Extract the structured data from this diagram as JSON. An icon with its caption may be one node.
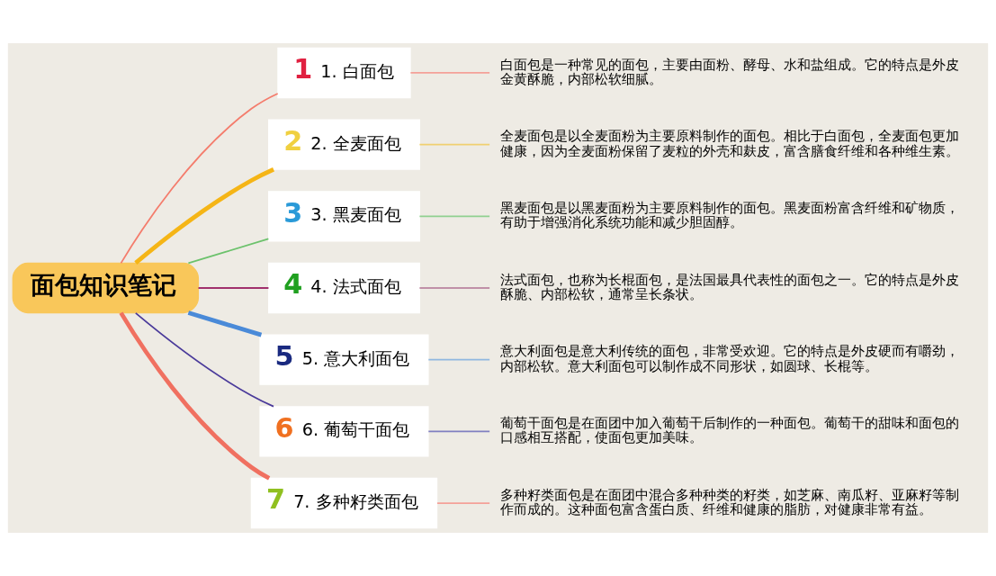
{
  "diagram": {
    "nodes": [
      {
        "text": [
          "面包知识笔记"
        ]
      },
      {
        "text": [
          "1",
          "1. 白面包"
        ]
      },
      {
        "text": [
          "白面包是一种常见的面包，主要由面粉、酵母、水和盐组成。它的特点是外皮金黄酥脆，内部松软细腻。"
        ]
      },
      {
        "text": [
          "2",
          "2. 全麦面包"
        ]
      },
      {
        "text": [
          "全麦面包是以全麦面粉为主要原料制作的面包。相比于白面包，全麦面包更加健康，因为全麦面粉保留了麦粒的外壳和麸皮，富含膳食纤维和各种维生素。"
        ]
      },
      {
        "text": [
          "3",
          "3. 黑麦面包"
        ]
      },
      {
        "text": [
          "黑麦面包是以黑麦面粉为主要原料制作的面包。黑麦面粉富含纤维和矿物质，有助于增强消化系统功能和减少胆固醇。"
        ]
      },
      {
        "text": [
          "4",
          "4. 法式面包"
        ]
      },
      {
        "text": [
          "法式面包，也称为长棍面包，是法国最具代表性的面包之一。它的特点是外皮酥脆、内部松软，通常呈长条状。"
        ]
      },
      {
        "text": [
          "5",
          "5. 意大利面包"
        ]
      },
      {
        "text": [
          "意大利面包是意大利传统的面包，非常受欢迎。它的特点是外皮硬而有嚼劲，内部松软。意大利面包可以制作成不同形状，如圆球、长棍等。"
        ]
      },
      {
        "text": [
          "6",
          "6. 葡萄干面包"
        ]
      },
      {
        "text": [
          "葡萄干面包是在面团中加入葡萄干后制作的一种面包。葡萄干的甜味和面包的口感相互搭配，使面包更加美味。"
        ]
      },
      {
        "text": [
          "7",
          "7. 多种籽类面包"
        ]
      },
      {
        "text": [
          "多种籽类面包是在面团中混合多种种类的籽类，如芝麻、南瓜籽、亚麻籽等制作而成的。这种面包富含蛋白质、纤维和健康的脂肪，对健康非常有益。"
        ]
      }
    ],
    "edges": [
      {
        "from": 0,
        "to": 1,
        "arrow": "none",
        "color": "#f47c6c"
      },
      {
        "from": 1,
        "to": 2,
        "arrow": "none",
        "color": "#f4a098"
      },
      {
        "from": 0,
        "to": 3,
        "arrow": "none",
        "style": "thick",
        "color": "#f5b516"
      },
      {
        "from": 3,
        "to": 4,
        "arrow": "none",
        "color": "#f0d070"
      },
      {
        "from": 0,
        "to": 5,
        "arrow": "none",
        "color": "#6cc26c"
      },
      {
        "from": 5,
        "to": 6,
        "arrow": "none",
        "color": "#90d090"
      },
      {
        "from": 0,
        "to": 7,
        "arrow": "none",
        "color": "#a0306c"
      },
      {
        "from": 7,
        "to": 8,
        "arrow": "none",
        "color": "#c090a8"
      },
      {
        "from": 0,
        "to": 9,
        "arrow": "none",
        "style": "thick",
        "color": "#4a8ad8"
      },
      {
        "from": 9,
        "to": 10,
        "arrow": "none",
        "color": "#90b8e0"
      },
      {
        "from": 0,
        "to": 11,
        "arrow": "none",
        "color": "#4a3a9a"
      },
      {
        "from": 11,
        "to": 12,
        "arrow": "none",
        "color": "#8080c0"
      },
      {
        "from": 0,
        "to": 13,
        "arrow": "none",
        "style": "thick",
        "color": "#f07060"
      },
      {
        "from": 13,
        "to": 14,
        "arrow": "none",
        "color": "#f4a098"
      }
    ]
  }
}
